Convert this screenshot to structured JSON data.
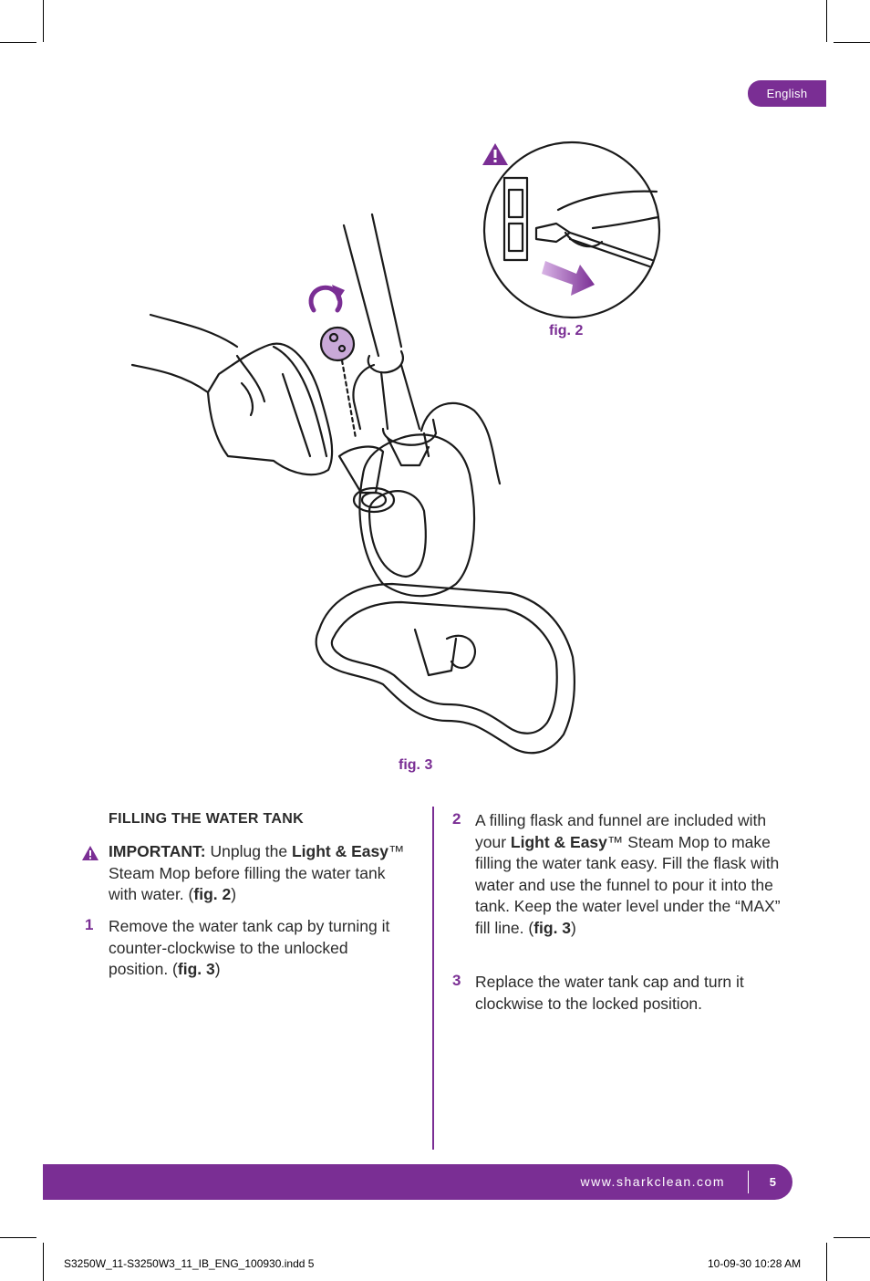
{
  "language_tab": "English",
  "figures": {
    "fig2_label": "fig. 2",
    "fig3_label": "fig. 3"
  },
  "section": {
    "heading": "FILLING THE WATER TANK",
    "important": {
      "label": "IMPORTANT:",
      "text1": " Unplug the ",
      "brand": "Light & Easy",
      "text2": "™ Steam Mop before filling the water tank with water. (",
      "ref": "fig. 2",
      "text3": ")"
    },
    "steps": [
      {
        "number": "1",
        "text1": "Remove the water tank cap by turning it counter-clockwise to the unlocked position. (",
        "ref": "fig. 3",
        "text2": ")"
      },
      {
        "number": "2",
        "text1": "A filling flask and funnel are included with your ",
        "brand": "Light & Easy",
        "text2": "™ Steam Mop to make filling the water tank easy. Fill the flask with water and use the funnel to pour it into the tank.  Keep the water level under the “MAX” fill line. (",
        "ref": "fig. 3",
        "text3": ")"
      },
      {
        "number": "3",
        "text1": "Replace the water tank cap and turn it clockwise to the locked position."
      }
    ]
  },
  "footer": {
    "url": "www.sharkclean.com",
    "page": "5"
  },
  "slug": {
    "left": "S3250W_11-S3250W3_11_IB_ENG_100930.indd   5",
    "right": "10-09-30   10:28 AM"
  },
  "colors": {
    "accent": "#7a2e94",
    "text": "#2b2b2b"
  },
  "icons": [
    "warning-icon",
    "rotate-arrow-icon",
    "pull-arrow-icon"
  ]
}
